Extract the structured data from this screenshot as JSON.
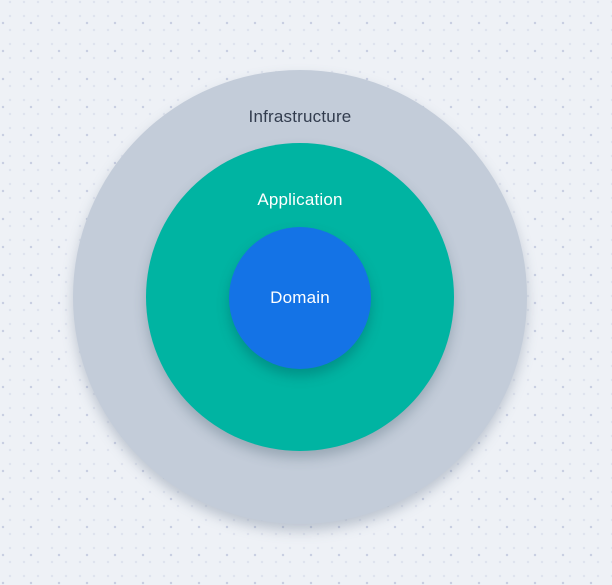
{
  "canvas": {
    "background_color": "#eef1f6",
    "dot_color_dark": "#c9cfe2",
    "dot_color_light": "#dfe3ee"
  },
  "diagram": {
    "type": "concentric-layers",
    "description": "Onion / clean architecture diagram with three nested circles",
    "layers": [
      {
        "label": "Infrastructure",
        "color": "#c3ccd9",
        "text_color": "#323c4e"
      },
      {
        "label": "Application",
        "color": "#00b4a2",
        "text_color": "#ffffff"
      },
      {
        "label": "Domain",
        "color": "#1473e6",
        "text_color": "#ffffff"
      }
    ]
  }
}
